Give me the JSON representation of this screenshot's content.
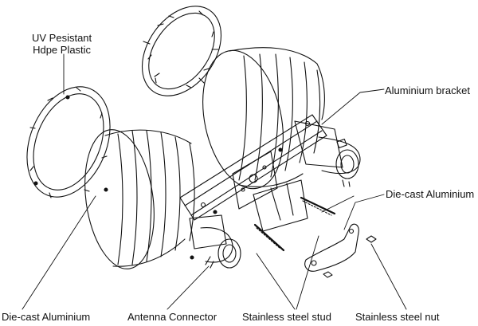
{
  "labels": {
    "uv_line1": "UV Pesistant",
    "uv_line2": "Hdpe Plastic",
    "aluminium_bracket": "Aluminium bracket",
    "die_cast_right": "Die-cast Aluminium",
    "die_cast_left": "Die-cast Aluminium",
    "antenna_connector": "Antenna Connector",
    "stainless_stud": "Stainless steel stud",
    "stainless_nut": "Stainless steel nut"
  },
  "colors": {
    "line": "#111111",
    "background": "#ffffff"
  }
}
